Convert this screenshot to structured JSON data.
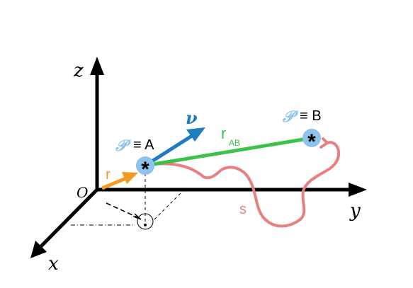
{
  "axes": {
    "z_label": "z",
    "y_label": "y",
    "x_label": "x",
    "origin_label": "O"
  },
  "vectors": {
    "position_label": "r",
    "velocity_label": "ν",
    "displacement_label": "r",
    "displacement_subscript": "AB",
    "path_label": "s"
  },
  "points": {
    "a_symbol": "𝒫",
    "a_equiv": "≡ A",
    "b_symbol": "𝒫",
    "b_equiv": "≡ B",
    "marker": "*"
  },
  "colors": {
    "axis": "#000000",
    "position_vector": "#f39a1f",
    "velocity_vector": "#1f7cc1",
    "displacement": "#3cc24b",
    "path": "#e88080",
    "point_fill": "#8cc3ef",
    "point_label": "#8cc3ef"
  }
}
